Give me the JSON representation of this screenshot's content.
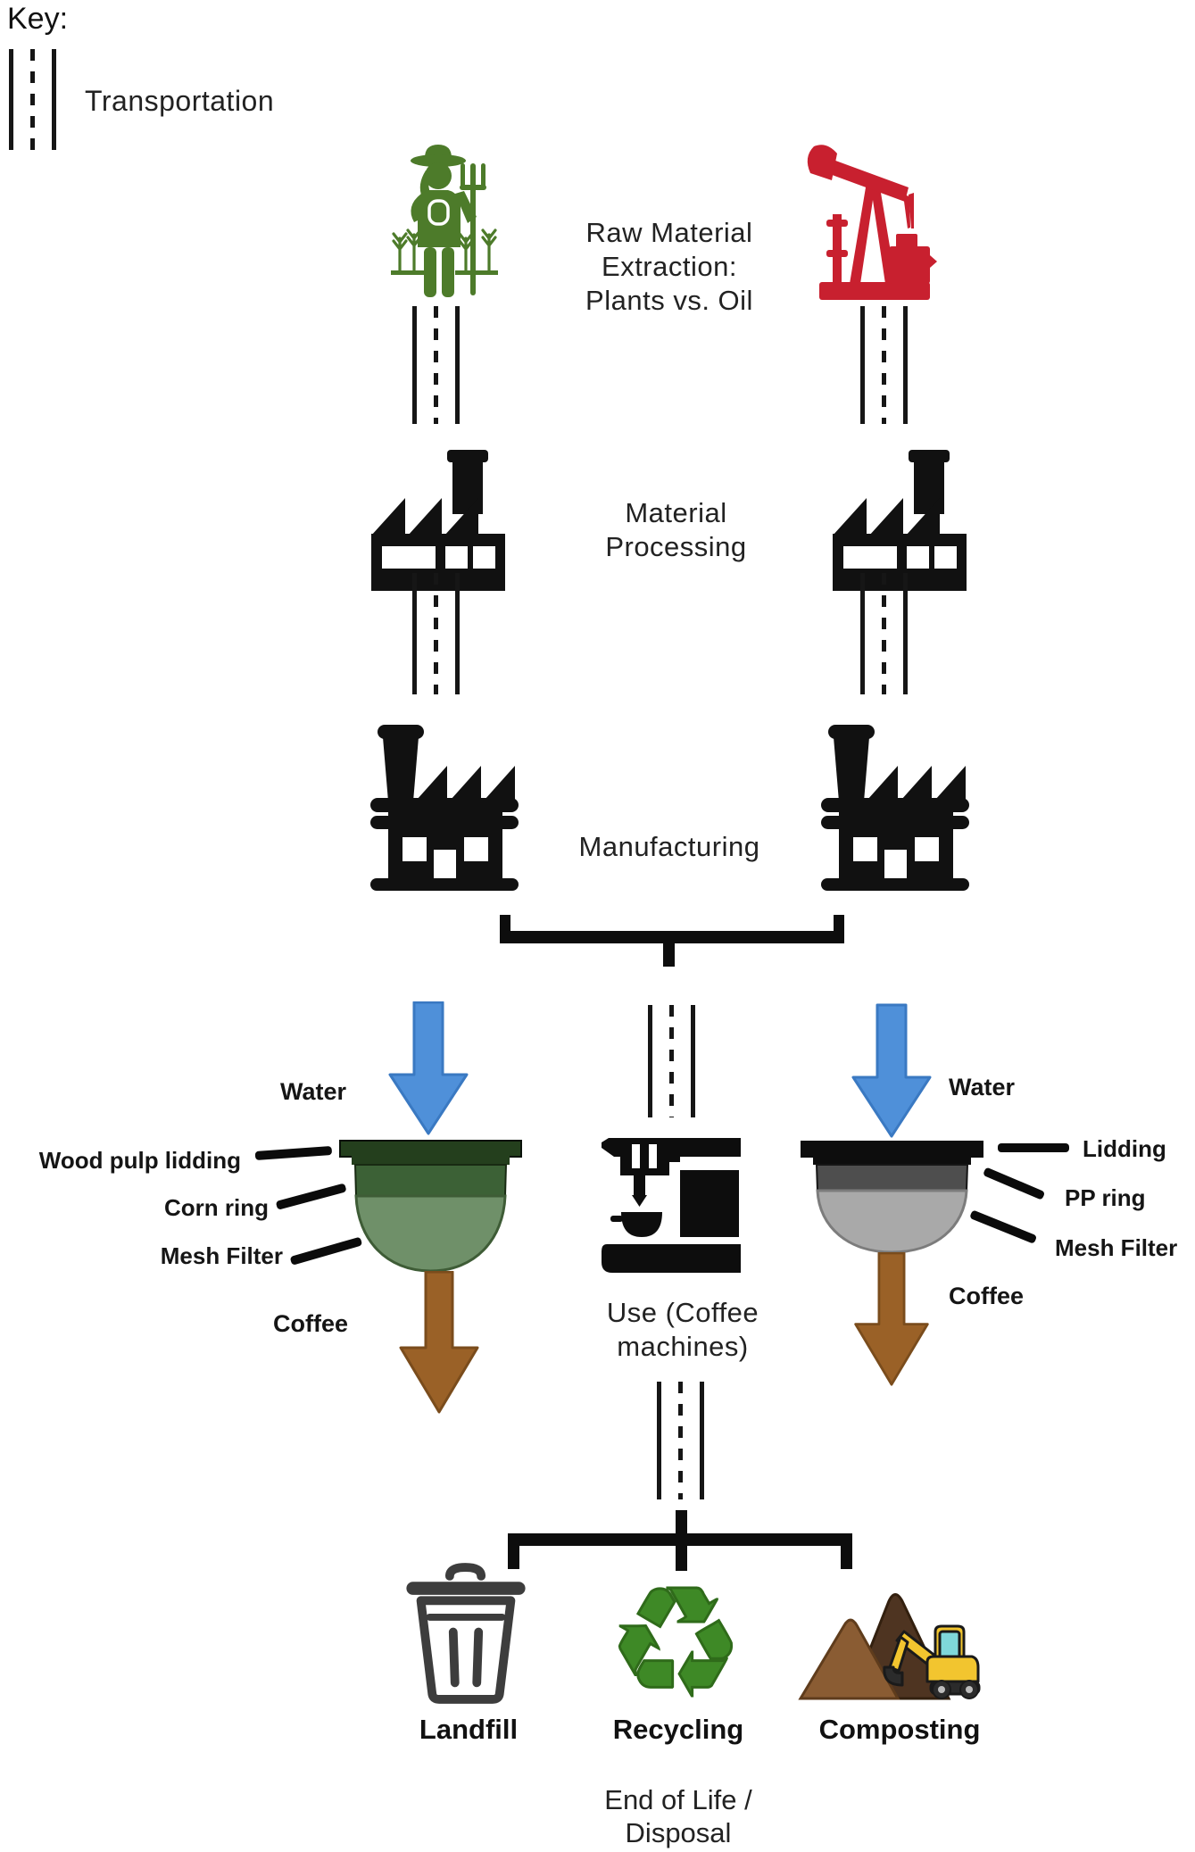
{
  "key_legend": {
    "title": "Key:",
    "transportation_label": "Transportation"
  },
  "stages": {
    "raw_material": [
      "Raw Material",
      "Extraction:",
      "Plants vs. Oil"
    ],
    "material_processing": [
      "Material",
      "Processing"
    ],
    "manufacturing": "Manufacturing",
    "use": [
      "Use (Coffee",
      "machines)"
    ],
    "end_of_life": [
      "End of Life /",
      "Disposal"
    ]
  },
  "pods": {
    "left": {
      "water": "Water",
      "lidding": "Wood pulp lidding",
      "ring": "Corn ring",
      "filter": "Mesh Filter",
      "coffee": "Coffee"
    },
    "right": {
      "water": "Water",
      "lidding": "Lidding",
      "ring": "PP ring",
      "filter": "Mesh Filter",
      "coffee": "Coffee"
    }
  },
  "disposal": {
    "landfill": "Landfill",
    "recycling": "Recycling",
    "composting": "Composting"
  },
  "icons": {
    "recycling_glyph": "♻",
    "farmer": "farmer-icon",
    "oil_pump": "oil-pump-icon",
    "factory": "factory-icon",
    "coffee_machine": "coffee-machine-icon",
    "trash_can": "trash-can-icon",
    "compost": "compost-pile-excavator-icon",
    "transport": "road-transport-icon"
  },
  "colors": {
    "farmer_green": "#4d7b2a",
    "oil_red": "#c8202f",
    "factory_black": "#111111",
    "water_blue": "#4f90d9",
    "coffee_brown": "#9a6127",
    "pod_left_lid": "#243f1d",
    "pod_left_ring": "#3c6136",
    "pod_left_body": "#6f9069",
    "pod_right_lid": "#0d0d0d",
    "pod_right_ring": "#4e4e4e",
    "pod_right_body": "#a9a9a9",
    "recycle_green": "#3e8926",
    "compost_dark_brown": "#4e3421",
    "compost_light_brown": "#8a5c33",
    "excavator_yellow": "#f2c52f",
    "trash_gray": "#3d3d3d"
  }
}
